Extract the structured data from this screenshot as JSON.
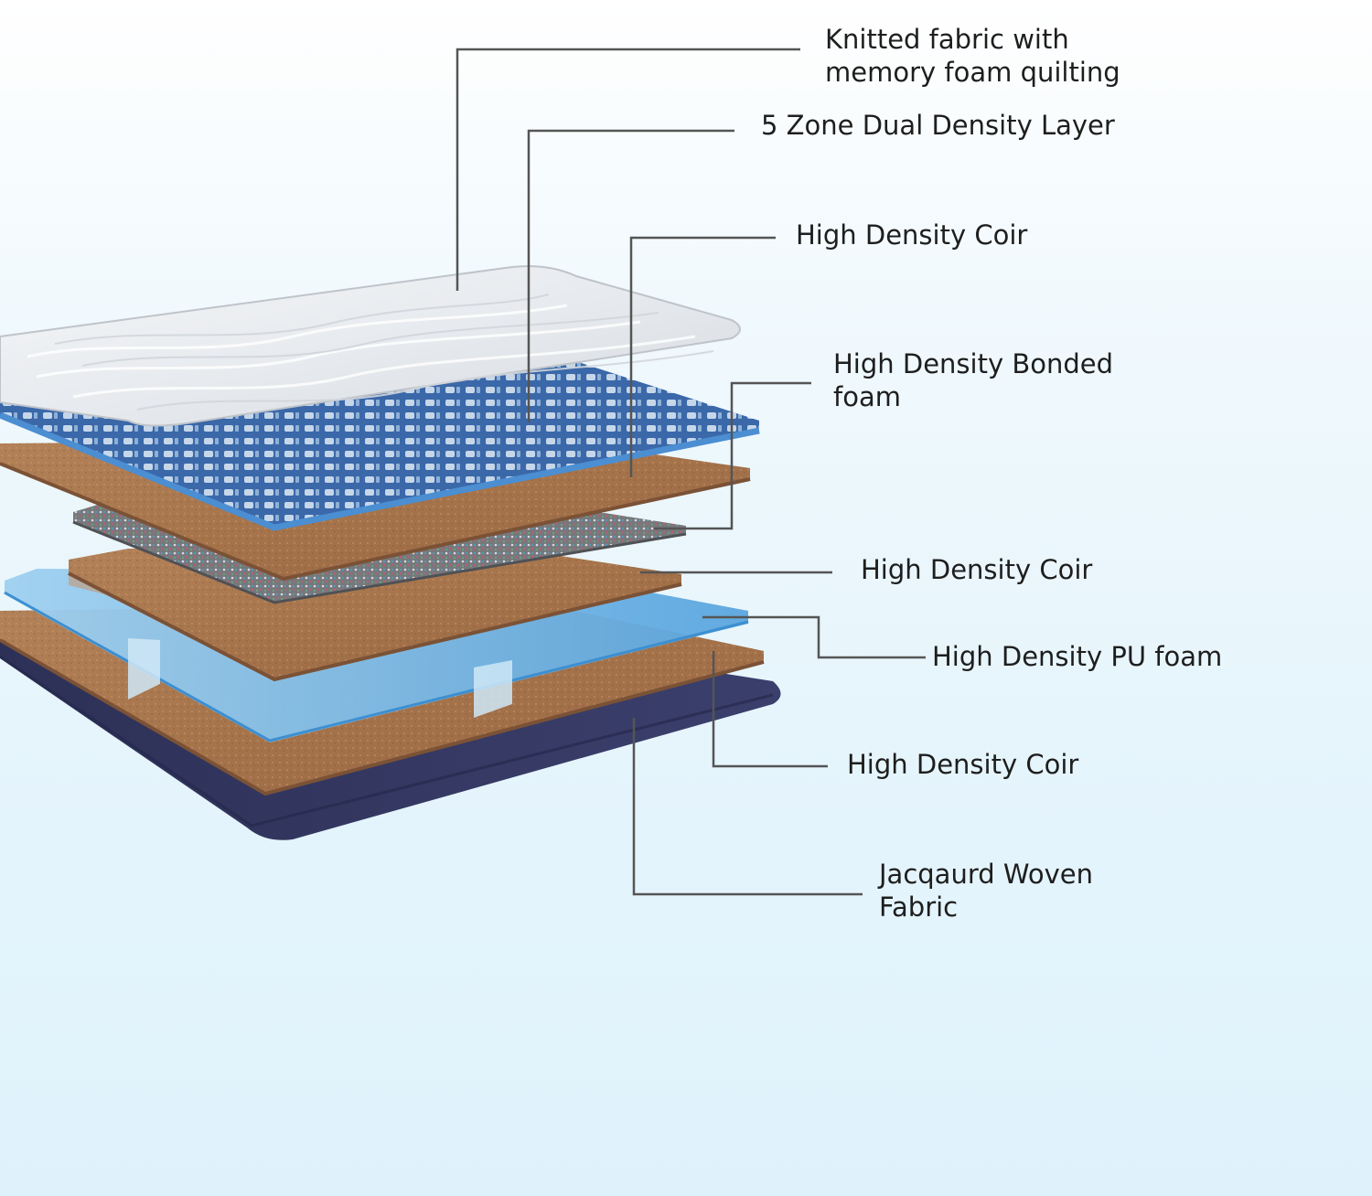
{
  "labels": {
    "knitted_fabric": "Knitted fabric with\nmemory foam quilting",
    "zone_layer": "5 Zone Dual Density Layer",
    "coir_1": "High Density Coir",
    "bonded_foam": "High Density Bonded\nfoam",
    "coir_2": "High Density Coir",
    "pu_foam": "High Density PU foam",
    "coir_3": "High Density Coir",
    "jacquard_fabric": "Jacqaurd Woven\nFabric"
  },
  "colors": {
    "leader_line": "#555555",
    "label_text": "#1e1e1e",
    "knitted_top": "#e9ecef",
    "zone_blue": "#3b6fb0",
    "coir_brown": "#a9774f",
    "bonded_gray": "#8e8e90",
    "pu_blue": "#6fb3e4",
    "jacquard_navy": "#33365f"
  }
}
